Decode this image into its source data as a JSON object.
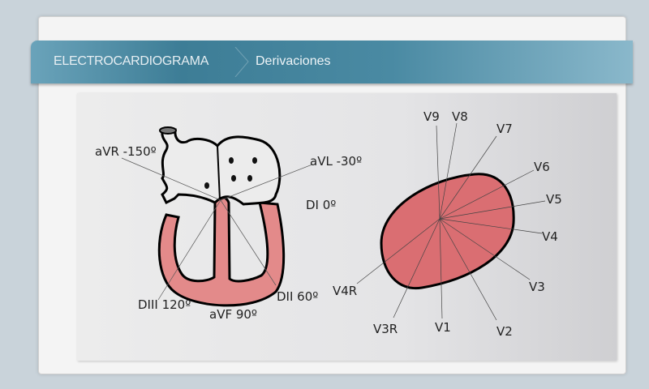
{
  "header": {
    "section": "ELECTROCARDIOGRAMA",
    "page": "Derivaciones"
  },
  "frontal_leads": [
    "aVR -150º",
    "aVL -30º",
    "DI 0º",
    "DII 60º",
    "aVF 90º",
    "DIII 120º"
  ],
  "precordial_leads": [
    "V9",
    "V8",
    "V7",
    "V6",
    "V5",
    "V4",
    "V3",
    "V2",
    "V1",
    "V3R",
    "V4R"
  ],
  "colors": {
    "ribbon": "#3d7d96",
    "muscle": "#e08282"
  }
}
